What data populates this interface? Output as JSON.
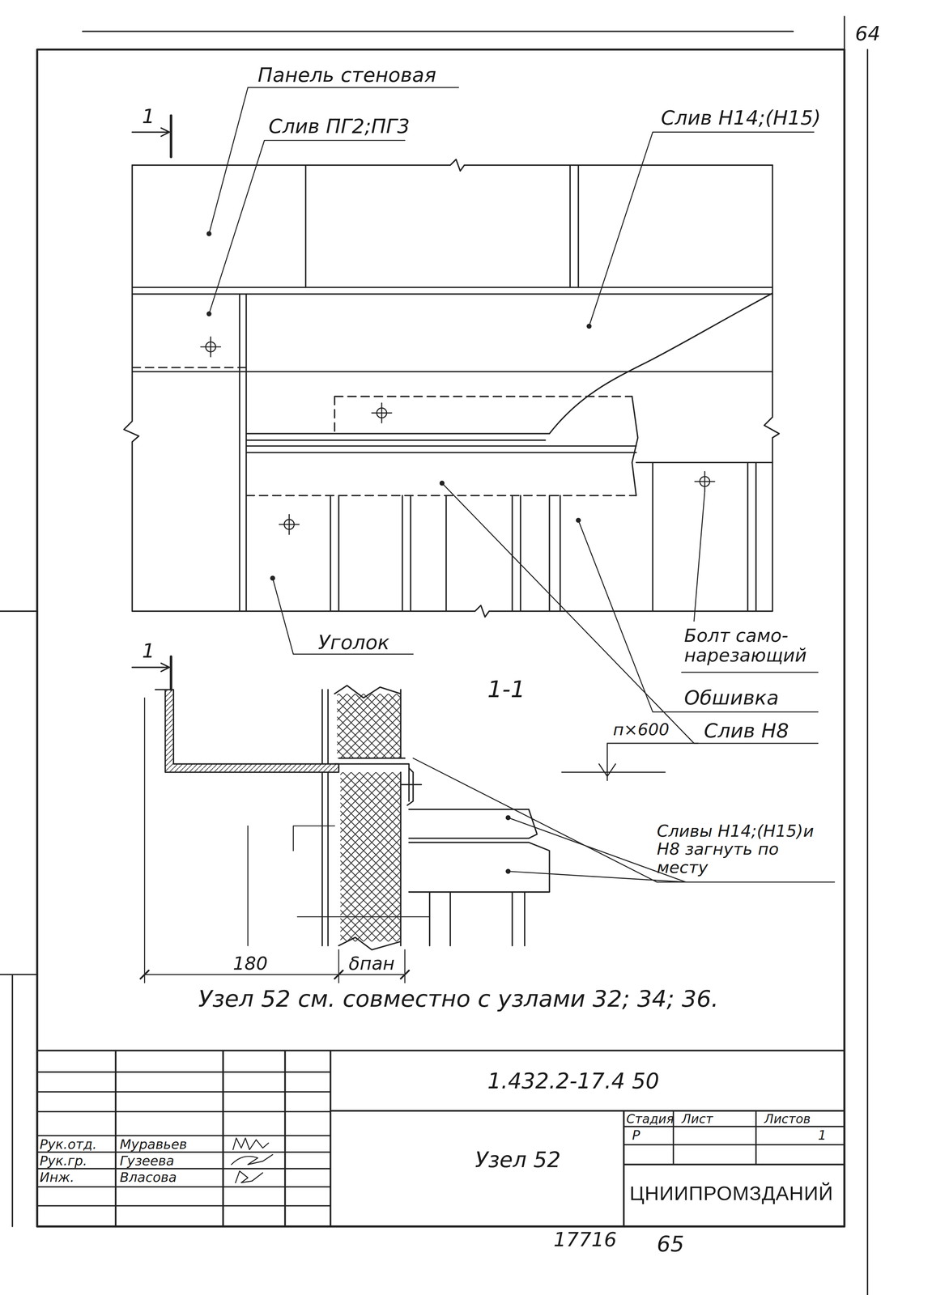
{
  "diagram": {
    "labels": [
      "64",
      "Панель стеновая",
      "1",
      "Слив ПГ2;ПГ3",
      "Слив Н14;(Н15)",
      "Болт само- нарезающий",
      "Уголок",
      "1",
      "1-1",
      "Обшивка",
      "п×600",
      "Слив Н8",
      "Сливы Н14;(Н15)и Н8 загнуть по месту",
      "180",
      "δпан",
      "Узел 52 см. совместно с узлами 32; 34; 36.",
      "1.432.2-17.4 50",
      "Рук.отд.",
      "Муравьев",
      "Рук.гр.",
      "Гузеева",
      "Инж.",
      "Власова",
      "Узел 52",
      "Стадия",
      "Лист",
      "Листов",
      "Р",
      "1",
      "ЦНИИПРОМЗДАНИЙ",
      "17716",
      "65"
    ]
  }
}
